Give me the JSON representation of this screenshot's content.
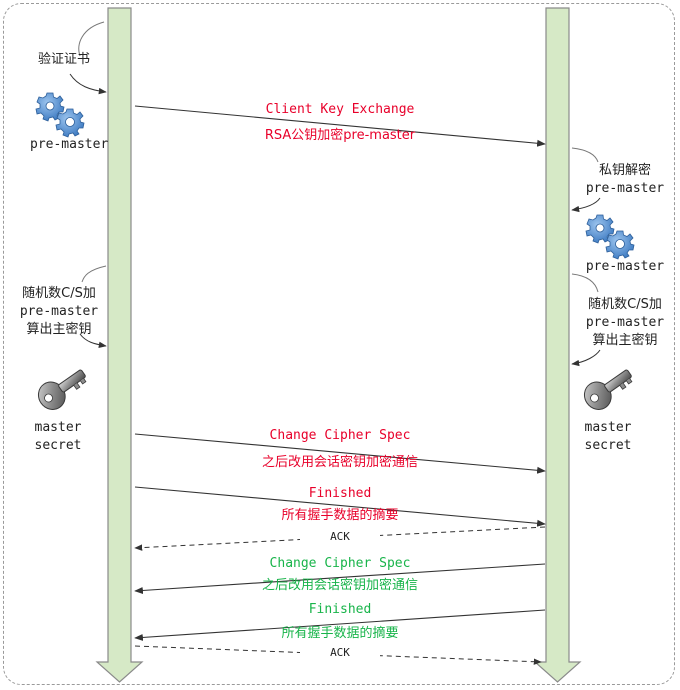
{
  "left_notes": {
    "verify_cert": "验证证书",
    "pre_master": "pre-master",
    "derive_line1": "随机数C/S加",
    "derive_line2": "pre-master",
    "derive_line3": "算出主密钥",
    "master_line1": "master",
    "master_line2": "secret"
  },
  "right_notes": {
    "decrypt_line1": "私钥解密",
    "decrypt_line2": "pre-master",
    "pre_master": "pre-master",
    "derive_line1": "随机数C/S加",
    "derive_line2": "pre-master",
    "derive_line3": "算出主密钥",
    "master_line1": "master",
    "master_line2": "secret"
  },
  "messages": [
    {
      "id": "client-key-exchange",
      "title": "Client Key Exchange",
      "subtitle": "RSA公钥加密pre-master",
      "color": "#e8002a",
      "direction": "client-to-server",
      "style": "solid"
    },
    {
      "id": "client-change-cipher-spec",
      "title": "Change Cipher Spec",
      "subtitle": "之后改用会话密钥加密通信",
      "color": "#e8002a",
      "direction": "client-to-server",
      "style": "solid"
    },
    {
      "id": "client-finished",
      "title": "Finished",
      "subtitle": "所有握手数据的摘要",
      "color": "#e8002a",
      "direction": "client-to-server",
      "style": "solid"
    },
    {
      "id": "server-ack",
      "title": "ACK",
      "subtitle": "",
      "color": "#333333",
      "direction": "server-to-client",
      "style": "dashed"
    },
    {
      "id": "server-change-cipher-spec",
      "title": "Change Cipher Spec",
      "subtitle": "之后改用会话密钥加密通信",
      "color": "#18b44a",
      "direction": "server-to-client",
      "style": "solid"
    },
    {
      "id": "server-finished",
      "title": "Finished",
      "subtitle": "所有握手数据的摘要",
      "color": "#18b44a",
      "direction": "server-to-client",
      "style": "solid"
    },
    {
      "id": "client-ack",
      "title": "ACK",
      "subtitle": "",
      "color": "#333333",
      "direction": "client-to-server",
      "style": "dashed"
    }
  ],
  "icons": {
    "gear": "gears-icon",
    "key": "key-icon"
  },
  "colors": {
    "lifeline_fill": "#d6e9c6",
    "lifeline_stroke": "#8a8a8a",
    "client_message": "#e8002a",
    "server_message": "#18b44a",
    "gear": "#4a86c8"
  }
}
